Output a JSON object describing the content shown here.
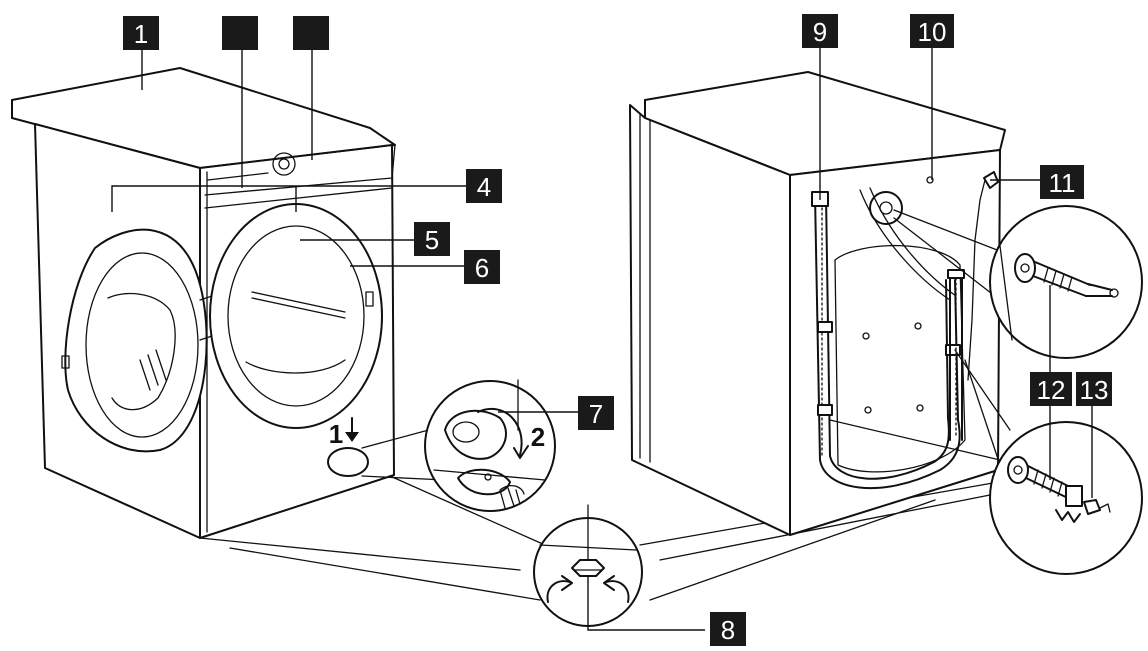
{
  "labels": {
    "l1": "1",
    "l2": "",
    "l3": "",
    "l4": "4",
    "l5": "5",
    "l6": "6",
    "l7": "7",
    "l8": "8",
    "l9": "9",
    "l10": "10",
    "l11": "11",
    "l12": "12",
    "l13": "13"
  },
  "steps": {
    "s1": "1",
    "s2": "2"
  },
  "colors": {
    "badge": "#1a1a1a",
    "line": "#111111",
    "background": "#ffffff"
  }
}
